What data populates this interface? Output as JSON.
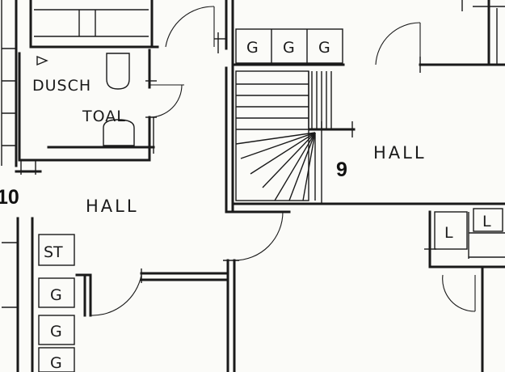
{
  "rooms": {
    "dusch": "DUSCH",
    "toal": "TOAL",
    "hall_left": "HALL",
    "hall_right": "HALL",
    "unit_right": "9",
    "unit_left": "10"
  },
  "storage": {
    "garderob_top": [
      "G",
      "G",
      "G"
    ],
    "garderob_left": [
      "G",
      "G",
      "G"
    ],
    "st": "ST",
    "linen_1": "L",
    "linen_2": "L"
  }
}
